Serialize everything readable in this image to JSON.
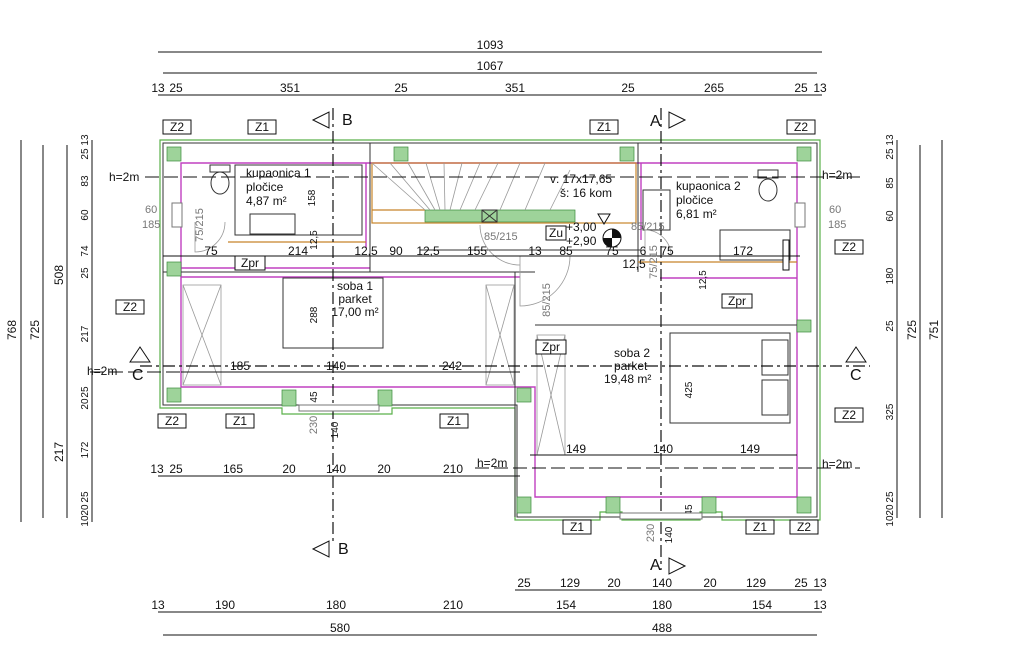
{
  "dims": {
    "top": {
      "total": "1093",
      "inner": "1067",
      "segments": [
        "13",
        "25",
        "351",
        "25",
        "351",
        "25",
        "265",
        "25",
        "13"
      ]
    },
    "bottom": {
      "row1": [
        "25",
        "129",
        "20",
        "140",
        "20",
        "129",
        "25",
        "13"
      ],
      "row2": [
        "13",
        "190",
        "180",
        "210",
        "154",
        "180",
        "154",
        "13"
      ],
      "row3": [
        "580",
        "488"
      ]
    },
    "mid": {
      "row_a": [
        "75",
        "214",
        "12,5",
        "90",
        "12,5",
        "155",
        "13",
        "85",
        "75",
        "6",
        "12,5",
        "75",
        "172"
      ],
      "row_b": [
        "185",
        "140",
        "242"
      ],
      "row_c": [
        "13",
        "25",
        "165",
        "20",
        "140",
        "20",
        "210"
      ],
      "row_d": [
        "149",
        "140",
        "149"
      ]
    },
    "left": {
      "outer": "768",
      "l2": "725",
      "l3": "508",
      "l4": "217",
      "chain": [
        "13",
        "25",
        "83",
        "60",
        "74",
        "25",
        "217",
        "25",
        "20",
        "172",
        "25",
        "20",
        "10"
      ]
    },
    "right": {
      "outer": "751",
      "l2": "725",
      "chain": [
        "13",
        "25",
        "85",
        "60",
        "180",
        "25",
        "325",
        "25",
        "20",
        "10"
      ]
    },
    "vertical_inner": [
      "158",
      "12,5",
      "288",
      "45",
      "230",
      "140",
      "425",
      "12,5",
      "45",
      "230",
      "140",
      "85/215",
      "75/215"
    ]
  },
  "sections": {
    "a": "A",
    "b": "B",
    "c": "C"
  },
  "rooms": [
    {
      "name": "kupaonica 1",
      "finish": "pločice",
      "area": "4,87 m²"
    },
    {
      "name": "kupaonica 2",
      "finish": "pločice",
      "area": "6,81 m²"
    },
    {
      "name": "soba 1",
      "finish": "parket",
      "area": "17,00 m²"
    },
    {
      "name": "soba 2",
      "finish": "parket",
      "area": "19,48 m²"
    }
  ],
  "stairs": {
    "line1": "v: 17x17,65",
    "line2": "š: 16 kom"
  },
  "levels": {
    "l1": "+3,00",
    "l2": "+2,90"
  },
  "tags": {
    "z1": "Z1",
    "z2": "Z2",
    "zpr": "Zpr",
    "zu": "Zu"
  },
  "heights": {
    "h": "h=2m"
  },
  "openings": {
    "o1": "60",
    "o2": "185",
    "o3": "85/215",
    "o4": "75/215",
    "o5": "85/215"
  },
  "colors": {
    "wall_finish": "#c040c0",
    "insulation": "#5ab04a",
    "stair": "#c8852a",
    "hatch": "#9ed39a"
  }
}
